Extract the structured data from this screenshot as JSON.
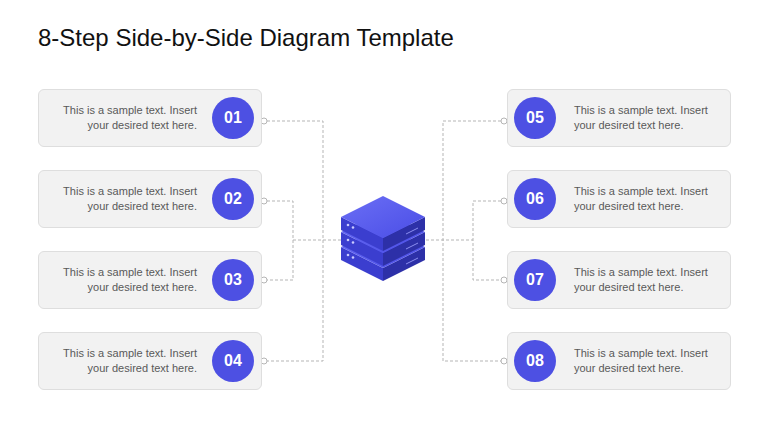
{
  "diagram": {
    "title": "8-Step Side-by-Side Diagram Template",
    "nodes": [
      {
        "text": [
          "This is a sample text. Insert your desired text here."
        ]
      },
      {
        "text": [
          "01"
        ],
        "in": 0
      },
      {
        "text": [
          "This is a sample text. Insert your desired text here."
        ]
      },
      {
        "text": [
          "02"
        ],
        "in": 2
      },
      {
        "text": [
          "This is a sample text. Insert your desired text here."
        ]
      },
      {
        "text": [
          "03"
        ],
        "in": 4
      },
      {
        "text": [
          "This is a sample text. Insert your desired text here."
        ]
      },
      {
        "text": [
          "04"
        ],
        "in": 6
      },
      {
        "text": [
          "This is a sample text. Insert your desired text here."
        ]
      },
      {
        "text": [
          "05"
        ],
        "in": 8
      },
      {
        "text": [
          "This is a sample text. Insert your desired text here."
        ]
      },
      {
        "text": [
          "06"
        ],
        "in": 10
      },
      {
        "text": [
          "This is a sample text. Insert your desired text here."
        ]
      },
      {
        "text": [
          "07"
        ],
        "in": 12
      },
      {
        "text": [
          "This is a sample text. Insert your desired text here."
        ]
      },
      {
        "text": [
          "08"
        ],
        "in": 14
      }
    ]
  }
}
